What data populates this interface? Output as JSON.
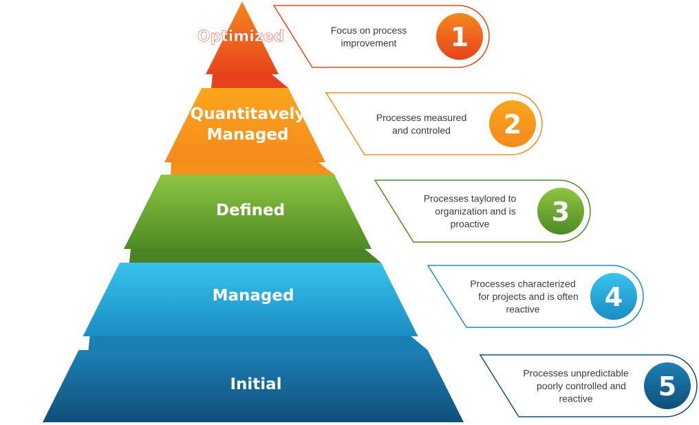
{
  "levels": [
    {
      "label_lines": [
        "Optimized"
      ],
      "description_lines": [
        "Focus on process",
        "improvement"
      ],
      "number": "1",
      "colors": {
        "light": "#f5871f",
        "dark": "#e8431b",
        "band": "#e8421c"
      }
    },
    {
      "label_lines": [
        "Quantitavely",
        "Managed"
      ],
      "description_lines": [
        "Processes measured",
        "and controled"
      ],
      "number": "2",
      "colors": {
        "light": "#fba51c",
        "dark": "#f58a1c",
        "band": "#f7901a"
      }
    },
    {
      "label_lines": [
        "Defined"
      ],
      "description_lines": [
        "Processes taylored to",
        "organization and is",
        "proactive"
      ],
      "number": "3",
      "colors": {
        "light": "#8dc542",
        "dark": "#4e8a24",
        "band": "#4a8323"
      }
    },
    {
      "label_lines": [
        "Managed"
      ],
      "description_lines": [
        "Processes characterized",
        "for projects and is often",
        "reactive"
      ],
      "number": "4",
      "colors": {
        "light": "#37c3ec",
        "dark": "#1b8cc4",
        "band": "#1a7fb2"
      }
    },
    {
      "label_lines": [
        "Initial"
      ],
      "description_lines": [
        "Processes unpredictable",
        "poorly controlled and",
        "reactive"
      ],
      "number": "5",
      "colors": {
        "light": "#1e80b5",
        "dark": "#0f4f7a",
        "band": "#0e4a73"
      }
    }
  ]
}
